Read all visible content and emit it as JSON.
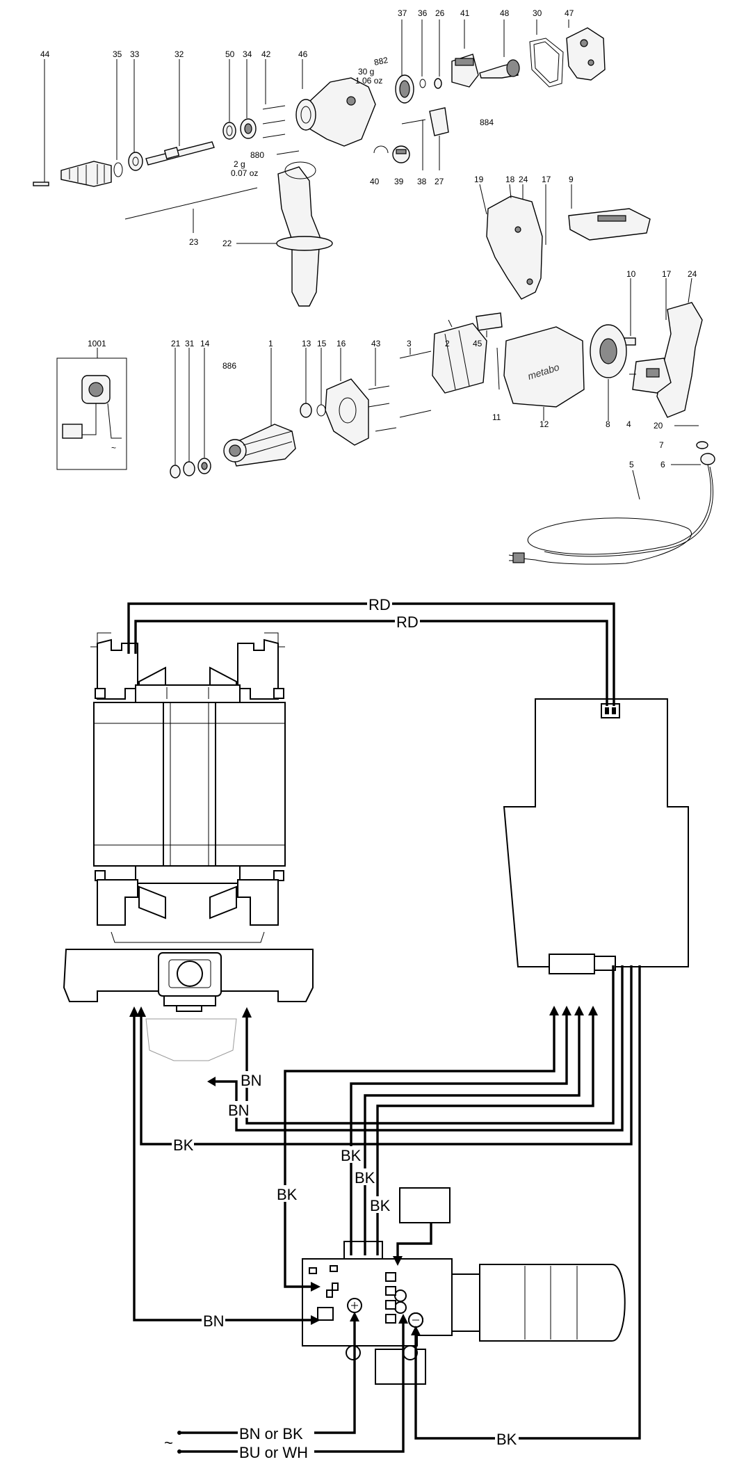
{
  "part_numbers": {
    "n44": "44",
    "n35": "35",
    "n33": "33",
    "n32": "32",
    "n50": "50",
    "n34": "34",
    "n42": "42",
    "n46": "46",
    "n37": "37",
    "n36": "36",
    "n26": "26",
    "n41": "41",
    "n48": "48",
    "n30": "30",
    "n47": "47",
    "n40": "40",
    "n39": "39",
    "n38": "38",
    "n27": "27",
    "n23": "23",
    "n22": "22",
    "n19": "19",
    "n18": "18",
    "n24a": "24",
    "n17a": "17",
    "n9": "9",
    "n10": "10",
    "n17b": "17",
    "n24b": "24",
    "n1001": "1001",
    "n21": "21",
    "n31": "31",
    "n14": "14",
    "n1": "1",
    "n13": "13",
    "n15": "15",
    "n16": "16",
    "n43": "43",
    "n3": "3",
    "n2": "2",
    "n45": "45",
    "n11": "11",
    "n12": "12",
    "n8": "8",
    "n4": "4",
    "n20": "20",
    "n7": "7",
    "n5": "5",
    "n6": "6"
  },
  "kits": {
    "k882": "882",
    "k880": "880",
    "k884": "884",
    "k886": "886"
  },
  "weights": {
    "w30g": "30 g",
    "w106oz": "1.06 oz",
    "w2g": "2 g",
    "w007oz": "0.07 oz"
  },
  "brand": "metabo",
  "wire_labels": {
    "rd1": "RD",
    "rd2": "RD",
    "bn1": "BN",
    "bn2": "BN",
    "bk1": "BK",
    "bk2": "BK",
    "bk3": "BK",
    "bk4": "BK",
    "bk5": "BK",
    "bn3": "BN",
    "bk6": "BK",
    "supply1": "BN or BK",
    "supply2": "BU or WH"
  },
  "ac_symbol": "~"
}
